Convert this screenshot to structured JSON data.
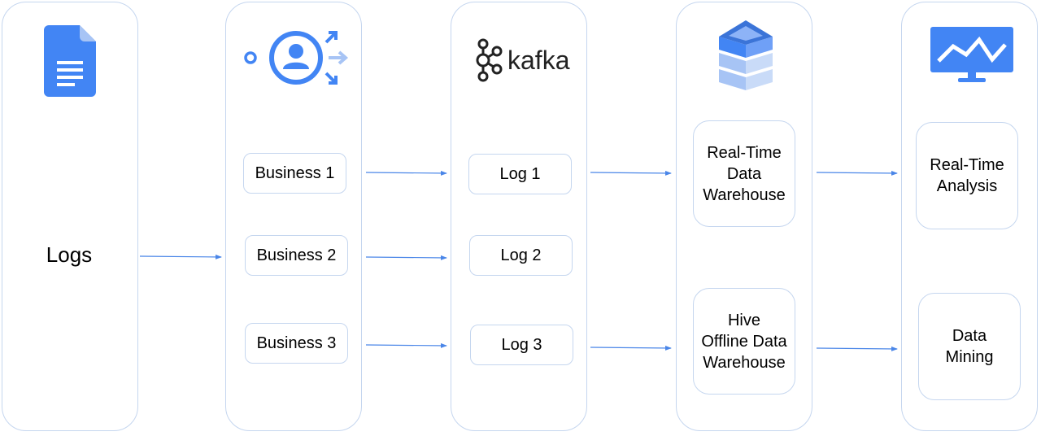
{
  "columns": [
    {
      "id": "logs",
      "icon": "document-icon",
      "label": "Logs",
      "nodes": []
    },
    {
      "id": "business",
      "icon": "user-distribution-icon",
      "nodes": [
        "Business 1",
        "Business 2",
        "Business 3"
      ]
    },
    {
      "id": "kafka",
      "icon": "kafka-logo-icon",
      "brand": "kafka",
      "nodes": [
        "Log 1",
        "Log 2",
        "Log 3"
      ]
    },
    {
      "id": "warehouse",
      "icon": "database-stack-icon",
      "nodes": [
        "Real-Time\nData\nWarehouse",
        "Hive\nOffline Data\nWarehouse"
      ]
    },
    {
      "id": "analysis",
      "icon": "monitor-chart-icon",
      "nodes": [
        "Real-Time\nAnalysis",
        "Data\nMining"
      ]
    }
  ],
  "colors": {
    "border": "#c5d6ef",
    "arrow": "#4a86e8",
    "icon_blue": "#4285f4",
    "icon_light": "#a7c4f5"
  }
}
